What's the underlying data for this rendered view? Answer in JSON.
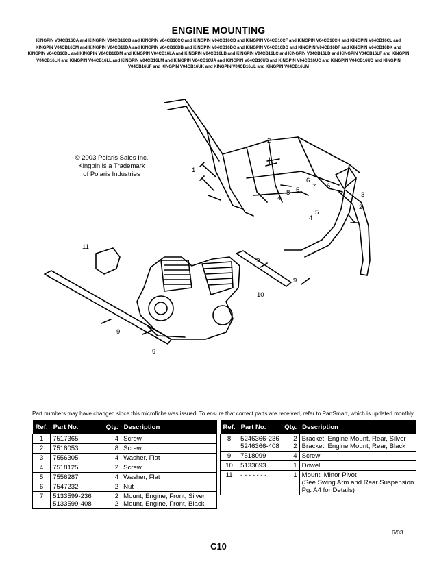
{
  "page": {
    "title": "ENGINE MOUNTING",
    "models": "KINGPIN V04CB16CA and KINGPIN V04CB16CB and KINGPIN V04CB16CC and KINGPIN V04CB16CD and KINGPIN V04CB16CF and KINGPIN V04CB16CK and KINGPIN V04CB16CL and KINGPIN V04CB16CM and KINGPIN V04CB16DA and KINGPIN V04CB16DB and KINGPIN V04CB16DC and KINGPIN V04CB16DD and KINGPIN V04CB16DF and KINGPIN V04CB16DK and KINGPIN V04CB16DL and KINGPIN V04CB16DM and KINGPIN V04CB16LA and KINGPIN V04CB16LB and KINGPIN V04CB16LC and KINGPIN V04CB16LD and KINGPIN V04CB16LF and KINGPIN V04CB16LK and KINGPIN V04CB16LL and KINGPIN V04CB16LM and KINGPIN V04CB16UA and KINGPIN V04CB16UB and KINGPIN V04CB16UC and KINGPIN V04CB16UD and KINGPIN V04CB16UF and KINGPIN V04CB16UK and KINGPIN V04CB16UL and KINGPIN V04CB16UM",
    "copyright_lines": [
      "© 2003 Polaris Sales Inc.",
      "Kingpin is a Trademark",
      "of Polaris Industries"
    ],
    "note": "Part numbers may have changed since this microfiche was issued.  To ensure that correct parts are received, refer to PartSmart, which is updated monthly.",
    "date": "6/03",
    "page_number": "C10"
  },
  "callouts": {
    "c1": "1",
    "c2a": "2",
    "c2b": "2",
    "c3": "3",
    "c4a": "4",
    "c4b": "4",
    "c5a": "5",
    "c5b": "5",
    "c6a": "6",
    "c6b": "6",
    "c7": "7",
    "c8": "8",
    "c9a": "9",
    "c9b": "9",
    "c9c": "9",
    "c9d": "9",
    "c10": "10",
    "c11": "11"
  },
  "table_headers": {
    "ref": "Ref.",
    "part": "Part No.",
    "qty": "Qty.",
    "desc": "Description"
  },
  "parts_left": [
    {
      "ref": "1",
      "part": [
        "7517365"
      ],
      "qty": [
        "4"
      ],
      "desc": [
        "Screw"
      ]
    },
    {
      "ref": "2",
      "part": [
        "7518053"
      ],
      "qty": [
        "8"
      ],
      "desc": [
        "Screw"
      ]
    },
    {
      "ref": "3",
      "part": [
        "7556305"
      ],
      "qty": [
        "4"
      ],
      "desc": [
        "Washer, Flat"
      ]
    },
    {
      "ref": "4",
      "part": [
        "7518125"
      ],
      "qty": [
        "2"
      ],
      "desc": [
        "Screw"
      ]
    },
    {
      "ref": "5",
      "part": [
        "7556287"
      ],
      "qty": [
        "4"
      ],
      "desc": [
        "Washer, Flat"
      ]
    },
    {
      "ref": "6",
      "part": [
        "7547232"
      ],
      "qty": [
        "2"
      ],
      "desc": [
        "Nut"
      ]
    },
    {
      "ref": "7",
      "part": [
        "5133599-236",
        "5133599-408"
      ],
      "qty": [
        "2",
        "2"
      ],
      "desc": [
        "Mount, Engine, Front, Silver",
        "Mount, Engine, Front, Black"
      ]
    }
  ],
  "parts_right": [
    {
      "ref": "8",
      "part": [
        "5246366-236",
        "5246366-408"
      ],
      "qty": [
        "2",
        "2"
      ],
      "desc": [
        "Bracket, Engine Mount, Rear, Silver",
        "Bracket, Engine Mount, Rear, Black"
      ]
    },
    {
      "ref": "9",
      "part": [
        "7518099"
      ],
      "qty": [
        "4"
      ],
      "desc": [
        "Screw"
      ]
    },
    {
      "ref": "10",
      "part": [
        "5133693"
      ],
      "qty": [
        "1"
      ],
      "desc": [
        "Dowel"
      ]
    },
    {
      "ref": "11",
      "part": [
        "- - - - - - -"
      ],
      "qty": [
        "1"
      ],
      "desc": [
        "Mount, Minor Pivot",
        "(See Swing Arm and Rear Suspension",
        "Pg. A4 for Details)"
      ]
    }
  ]
}
